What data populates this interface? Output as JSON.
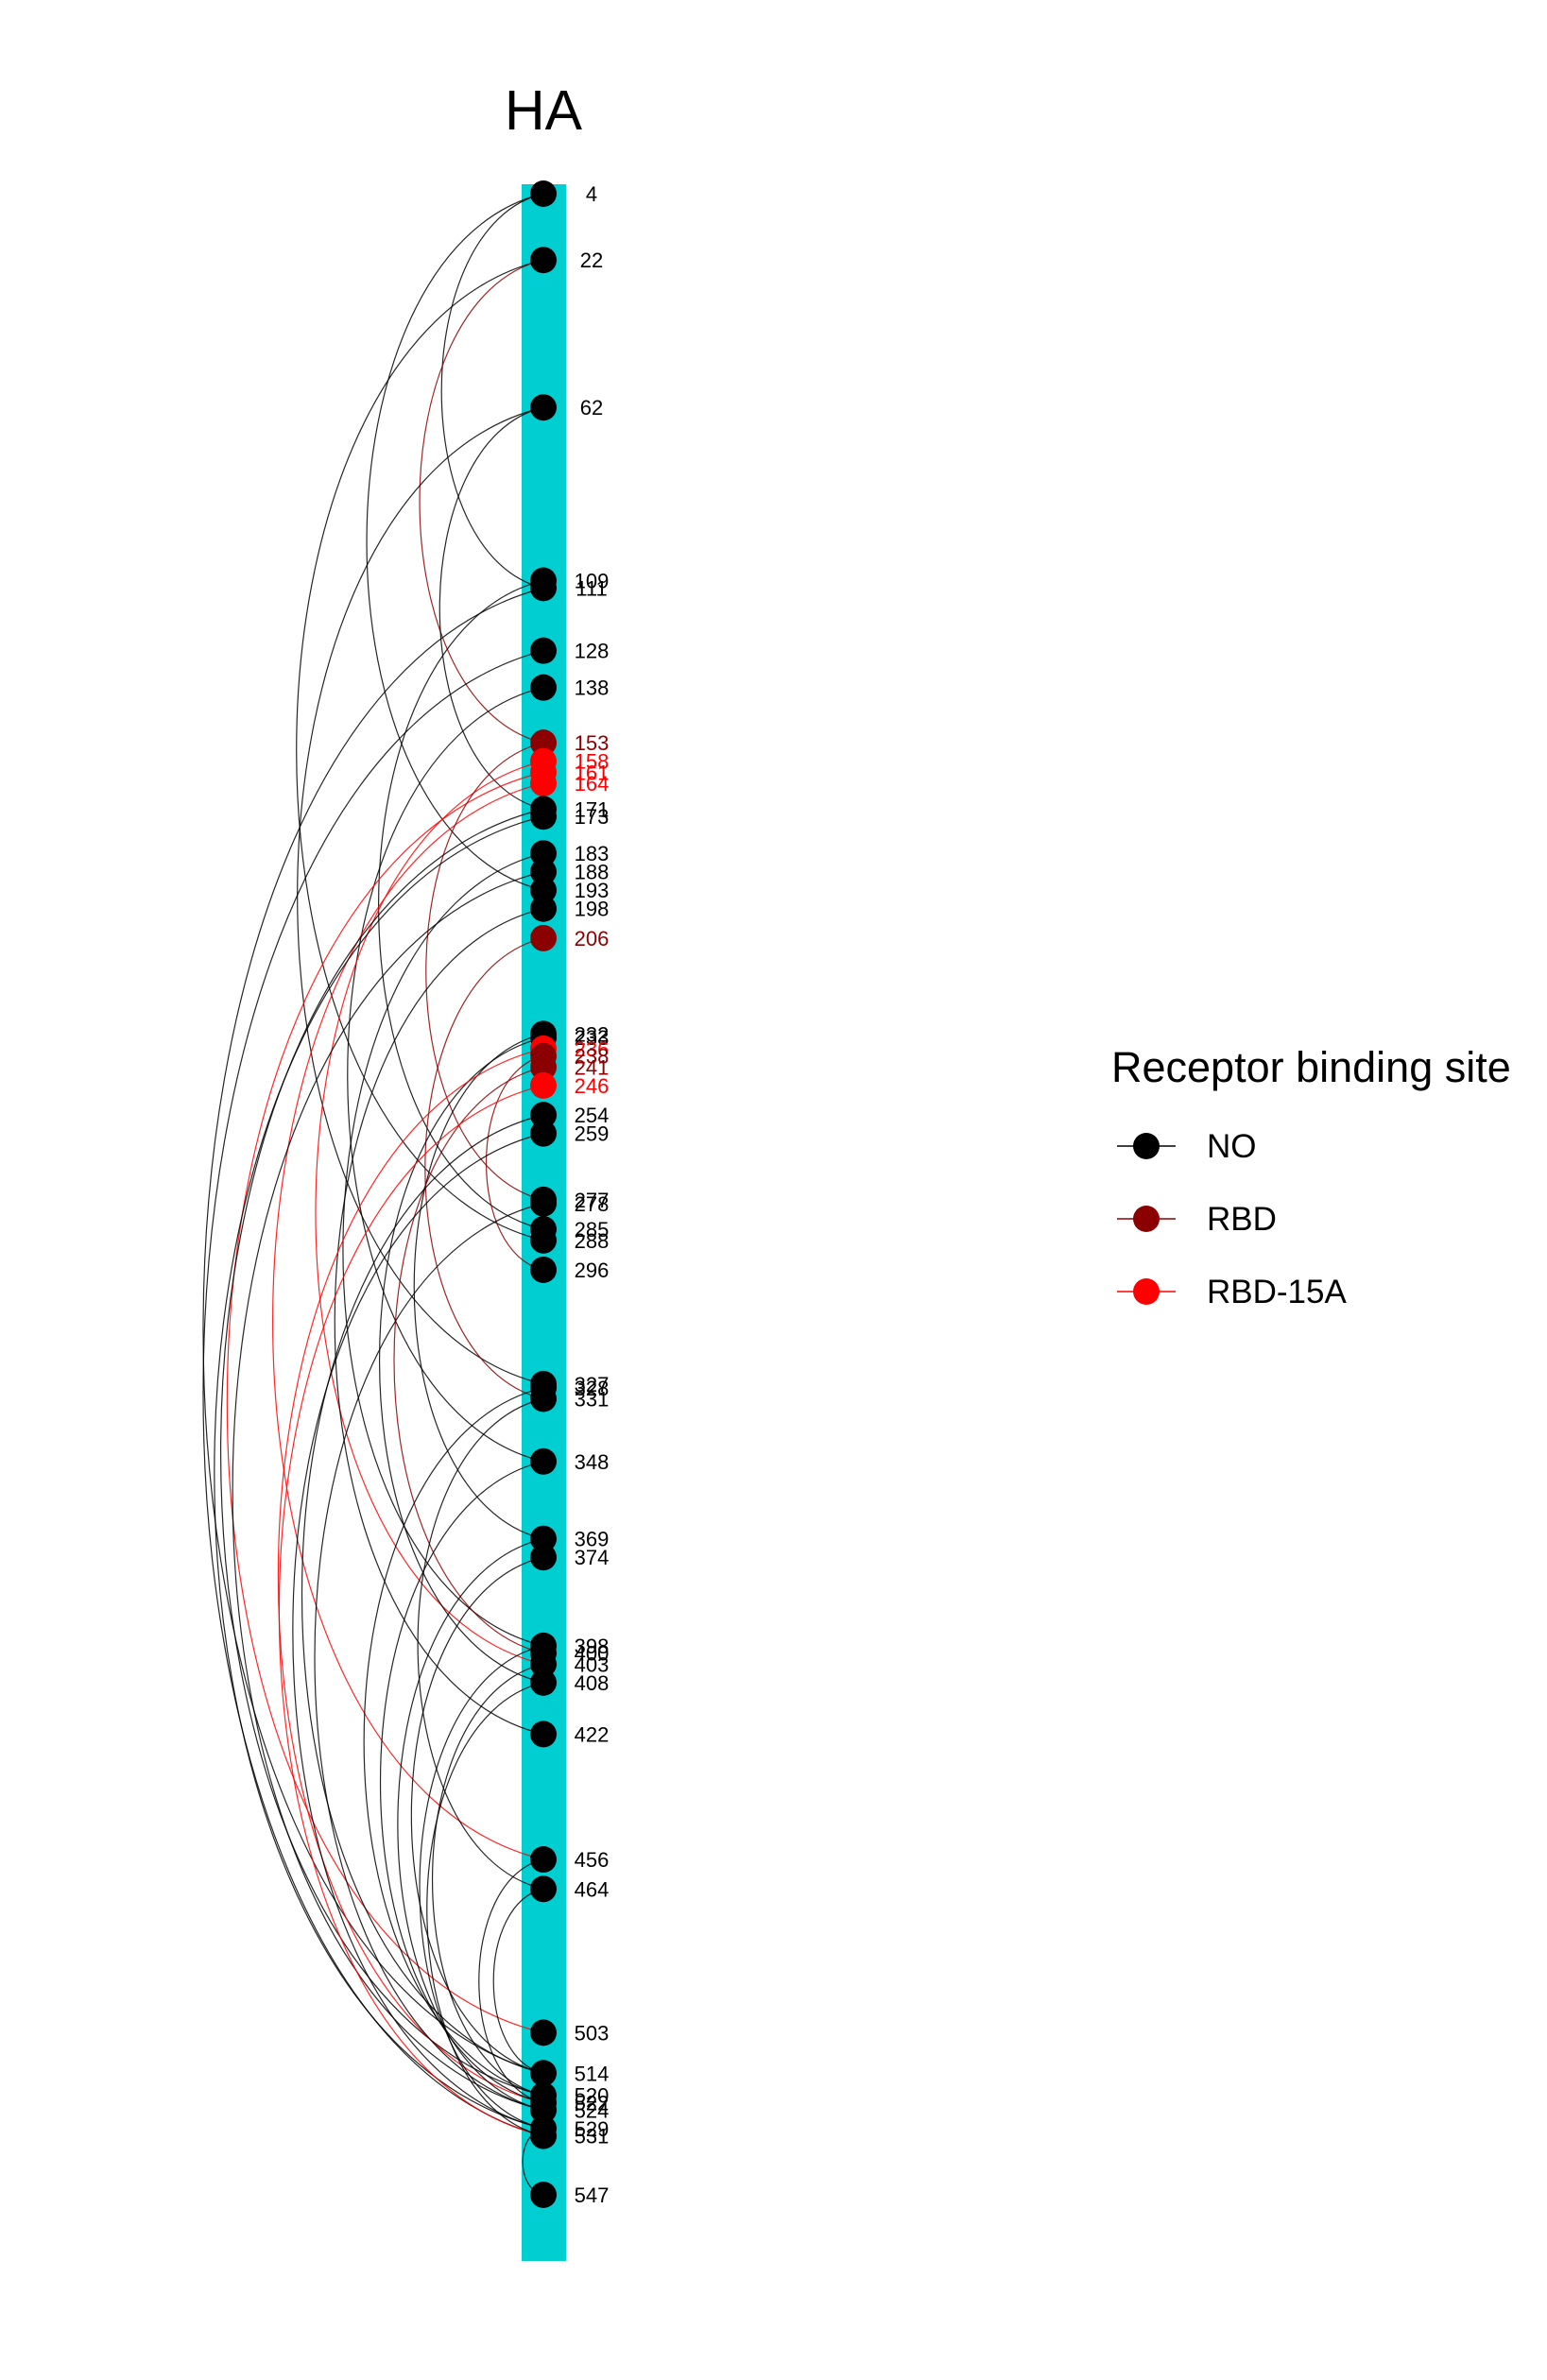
{
  "title": "HA",
  "colors": {
    "bar": "#00CED1",
    "NO": "#000000",
    "RBD": "#8B0000",
    "RBD-15A": "#FF0000"
  },
  "legend": {
    "title": "Receptor binding site",
    "items": [
      {
        "label": "NO",
        "category": "NO"
      },
      {
        "label": "RBD",
        "category": "RBD"
      },
      {
        "label": "RBD-15A",
        "category": "RBD-15A"
      }
    ]
  },
  "chart_data": {
    "type": "arc",
    "position_range": [
      1,
      566
    ],
    "sites": [
      {
        "label": "4",
        "category": "NO"
      },
      {
        "label": "22",
        "category": "NO"
      },
      {
        "label": "62",
        "category": "NO"
      },
      {
        "label": "109",
        "category": "NO"
      },
      {
        "label": "111",
        "category": "NO"
      },
      {
        "label": "128",
        "category": "NO"
      },
      {
        "label": "138",
        "category": "NO"
      },
      {
        "label": "153",
        "category": "RBD"
      },
      {
        "label": "158",
        "category": "RBD-15A"
      },
      {
        "label": "161",
        "category": "RBD-15A"
      },
      {
        "label": "164",
        "category": "RBD-15A"
      },
      {
        "label": "171",
        "category": "NO"
      },
      {
        "label": "173",
        "category": "NO"
      },
      {
        "label": "183",
        "category": "NO"
      },
      {
        "label": "188",
        "category": "NO"
      },
      {
        "label": "193",
        "category": "NO"
      },
      {
        "label": "198",
        "category": "NO"
      },
      {
        "label": "206",
        "category": "RBD"
      },
      {
        "label": "232",
        "category": "NO"
      },
      {
        "label": "233",
        "category": "NO"
      },
      {
        "label": "236",
        "category": "RBD-15A"
      },
      {
        "label": "238",
        "category": "RBD"
      },
      {
        "label": "241",
        "category": "RBD"
      },
      {
        "label": "246",
        "category": "RBD-15A"
      },
      {
        "label": "254",
        "category": "NO"
      },
      {
        "label": "259",
        "category": "NO"
      },
      {
        "label": "277",
        "category": "NO"
      },
      {
        "label": "278",
        "category": "NO"
      },
      {
        "label": "285",
        "category": "NO"
      },
      {
        "label": "288",
        "category": "NO"
      },
      {
        "label": "296",
        "category": "NO"
      },
      {
        "label": "327",
        "category": "NO"
      },
      {
        "label": "328",
        "category": "NO"
      },
      {
        "label": "331",
        "category": "NO"
      },
      {
        "label": "348",
        "category": "NO"
      },
      {
        "label": "369",
        "category": "NO"
      },
      {
        "label": "374",
        "category": "NO"
      },
      {
        "label": "398",
        "category": "NO"
      },
      {
        "label": "400",
        "category": "NO"
      },
      {
        "label": "403",
        "category": "NO"
      },
      {
        "label": "408",
        "category": "NO"
      },
      {
        "label": "422",
        "category": "NO"
      },
      {
        "label": "456",
        "category": "NO"
      },
      {
        "label": "464",
        "category": "NO"
      },
      {
        "label": "503",
        "category": "NO"
      },
      {
        "label": "514",
        "category": "NO"
      },
      {
        "label": "520",
        "category": "NO"
      },
      {
        "label": "522",
        "category": "NO"
      },
      {
        "label": "524",
        "category": "NO"
      },
      {
        "label": "529",
        "category": "NO"
      },
      {
        "label": "531",
        "category": "NO"
      },
      {
        "label": "547",
        "category": "NO"
      }
    ],
    "links": [
      {
        "from": 4,
        "to": 111,
        "category": "NO"
      },
      {
        "from": 4,
        "to": 193,
        "category": "NO"
      },
      {
        "from": 22,
        "to": 153,
        "category": "RBD"
      },
      {
        "from": 22,
        "to": 288,
        "category": "NO"
      },
      {
        "from": 62,
        "to": 171,
        "category": "NO"
      },
      {
        "from": 62,
        "to": 327,
        "category": "NO"
      },
      {
        "from": 109,
        "to": 285,
        "category": "NO"
      },
      {
        "from": 111,
        "to": 514,
        "category": "NO"
      },
      {
        "from": 128,
        "to": 531,
        "category": "NO"
      },
      {
        "from": 138,
        "to": 348,
        "category": "NO"
      },
      {
        "from": 158,
        "to": 403,
        "category": "RBD-15A"
      },
      {
        "from": 161,
        "to": 503,
        "category": "RBD-15A"
      },
      {
        "from": 164,
        "to": 456,
        "category": "RBD-15A"
      },
      {
        "from": 153,
        "to": 277,
        "category": "RBD"
      },
      {
        "from": 171,
        "to": 520,
        "category": "NO"
      },
      {
        "from": 173,
        "to": 529,
        "category": "NO"
      },
      {
        "from": 183,
        "to": 398,
        "category": "NO"
      },
      {
        "from": 188,
        "to": 524,
        "category": "NO"
      },
      {
        "from": 198,
        "to": 422,
        "category": "NO"
      },
      {
        "from": 206,
        "to": 331,
        "category": "RBD"
      },
      {
        "from": 232,
        "to": 369,
        "category": "NO"
      },
      {
        "from": 233,
        "to": 408,
        "category": "NO"
      },
      {
        "from": 236,
        "to": 522,
        "category": "RBD-15A"
      },
      {
        "from": 238,
        "to": 296,
        "category": "RBD"
      },
      {
        "from": 241,
        "to": 400,
        "category": "RBD"
      },
      {
        "from": 246,
        "to": 531,
        "category": "RBD-15A"
      },
      {
        "from": 254,
        "to": 514,
        "category": "NO"
      },
      {
        "from": 259,
        "to": 529,
        "category": "NO"
      },
      {
        "from": 278,
        "to": 524,
        "category": "NO"
      },
      {
        "from": 328,
        "to": 520,
        "category": "NO"
      },
      {
        "from": 331,
        "to": 464,
        "category": "NO"
      },
      {
        "from": 348,
        "to": 522,
        "category": "NO"
      },
      {
        "from": 369,
        "to": 524,
        "category": "NO"
      },
      {
        "from": 374,
        "to": 514,
        "category": "NO"
      },
      {
        "from": 398,
        "to": 529,
        "category": "NO"
      },
      {
        "from": 403,
        "to": 520,
        "category": "NO"
      },
      {
        "from": 408,
        "to": 531,
        "category": "NO"
      },
      {
        "from": 456,
        "to": 522,
        "category": "NO"
      },
      {
        "from": 464,
        "to": 514,
        "category": "NO"
      },
      {
        "from": 529,
        "to": 547,
        "category": "NO"
      }
    ]
  }
}
